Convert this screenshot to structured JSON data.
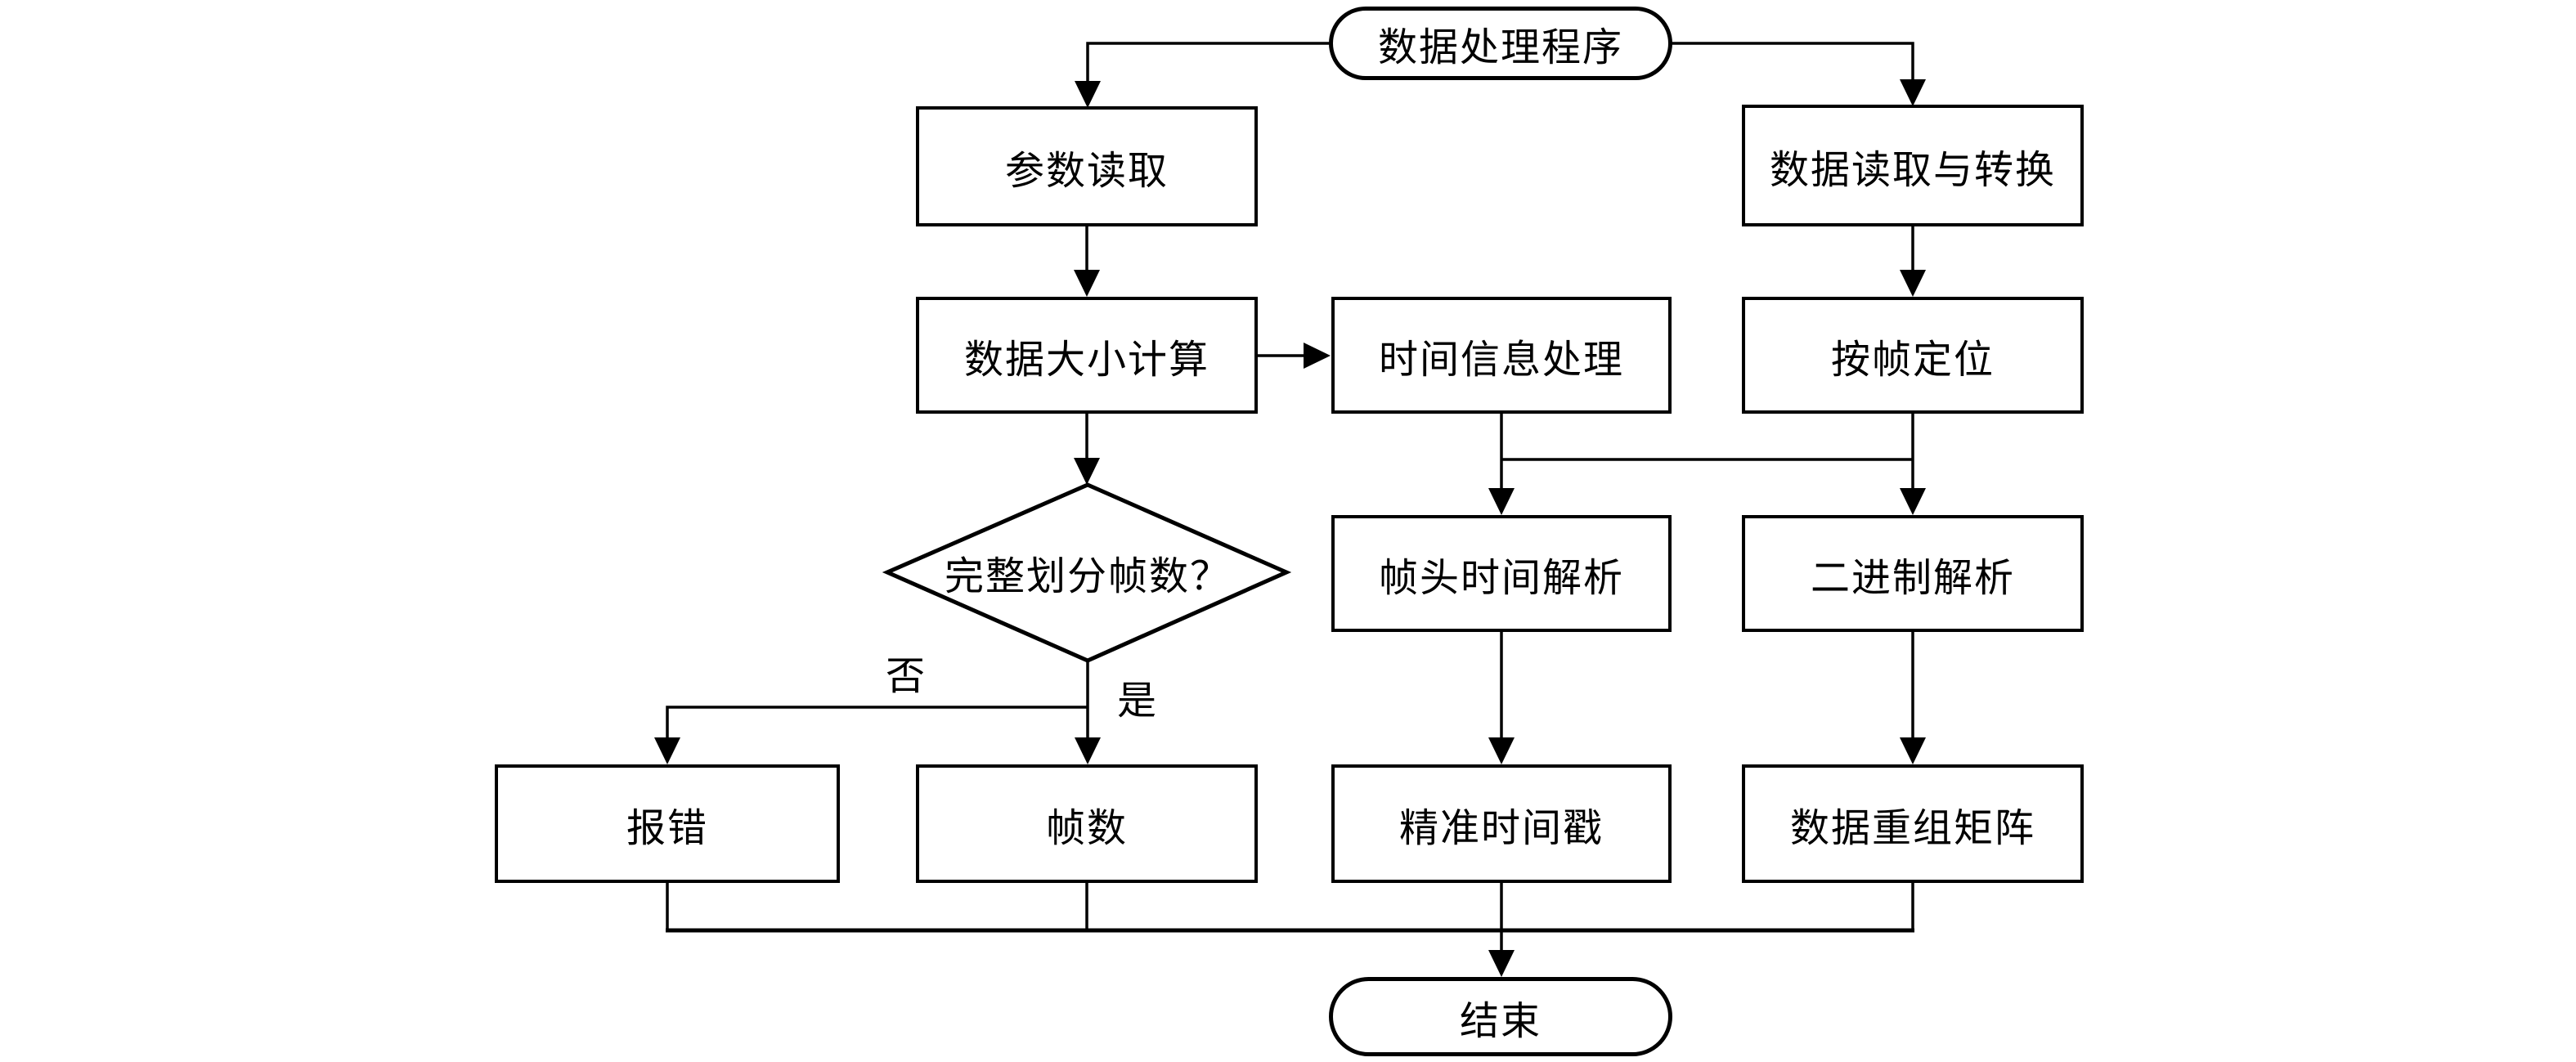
{
  "diagram": {
    "colors": {
      "line": "#000000",
      "node_fill": "#ffffff",
      "background": "#ffffff"
    },
    "nodes": {
      "start": {
        "label": "数据处理程序"
      },
      "param_read": {
        "label": "参数读取"
      },
      "data_read_convert": {
        "label": "数据读取与转换"
      },
      "data_size_calc": {
        "label": "数据大小计算"
      },
      "time_info_process": {
        "label": "时间信息处理"
      },
      "frame_locate": {
        "label": "按帧定位"
      },
      "frame_division_check": {
        "label": "完整划分帧数？"
      },
      "frame_head_time_parse": {
        "label": "帧头时间解析"
      },
      "binary_parse": {
        "label": "二进制解析"
      },
      "report_error": {
        "label": "报错"
      },
      "frame_count": {
        "label": "帧数"
      },
      "precise_timestamp": {
        "label": "精准时间戳"
      },
      "data_reorg_matrix": {
        "label": "数据重组矩阵"
      },
      "end": {
        "label": "结束"
      }
    },
    "edge_labels": {
      "no": "否",
      "yes": "是"
    }
  }
}
